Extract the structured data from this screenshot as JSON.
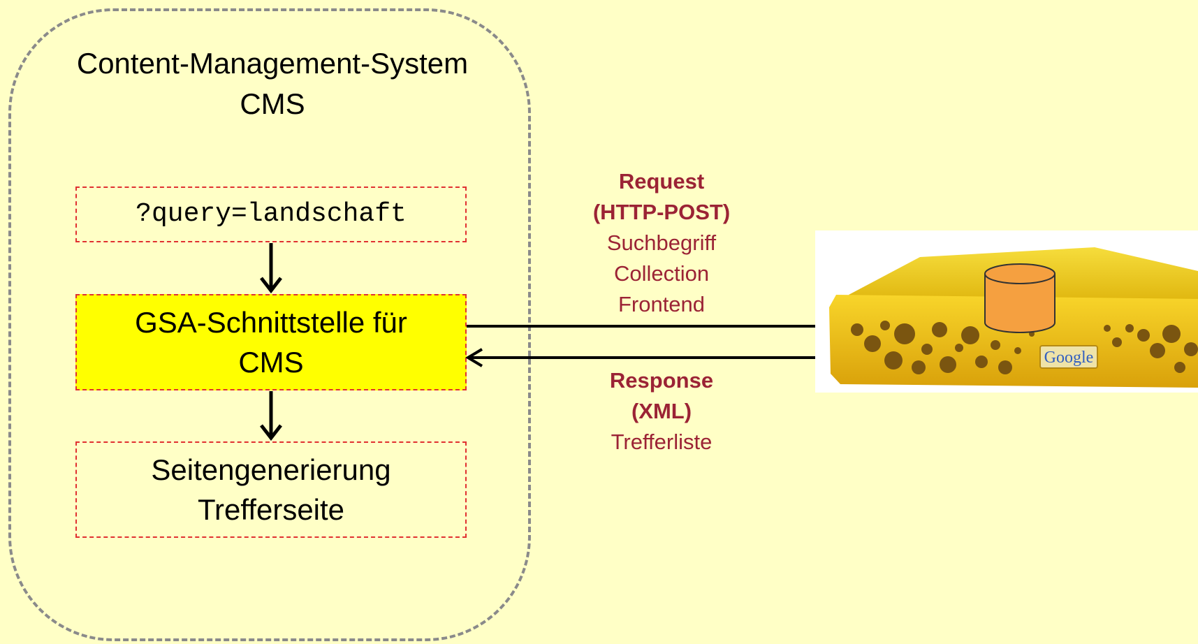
{
  "cms": {
    "title_line1": "Content-Management-System",
    "title_line2": "CMS"
  },
  "boxes": {
    "query": "?query=landschaft",
    "gsa_line1": "GSA-Schnittstelle für",
    "gsa_line2": "CMS",
    "page_line1": "Seitengenerierung",
    "page_line2": "Trefferseite"
  },
  "request": {
    "title": "Request",
    "method": "(HTTP-POST)",
    "items": [
      "Suchbegriff",
      "Collection",
      "Frontend"
    ]
  },
  "response": {
    "title": "Response",
    "format": "(XML)",
    "items": [
      "Trefferliste"
    ]
  },
  "server": {
    "brand": "Google",
    "icon": "google-search-appliance-icon"
  },
  "colors": {
    "background": "#ffffc6",
    "gsa_box": "#ffff00",
    "message_text": "#9b2335",
    "box_border": "#e03030",
    "database": "#f5a040"
  }
}
